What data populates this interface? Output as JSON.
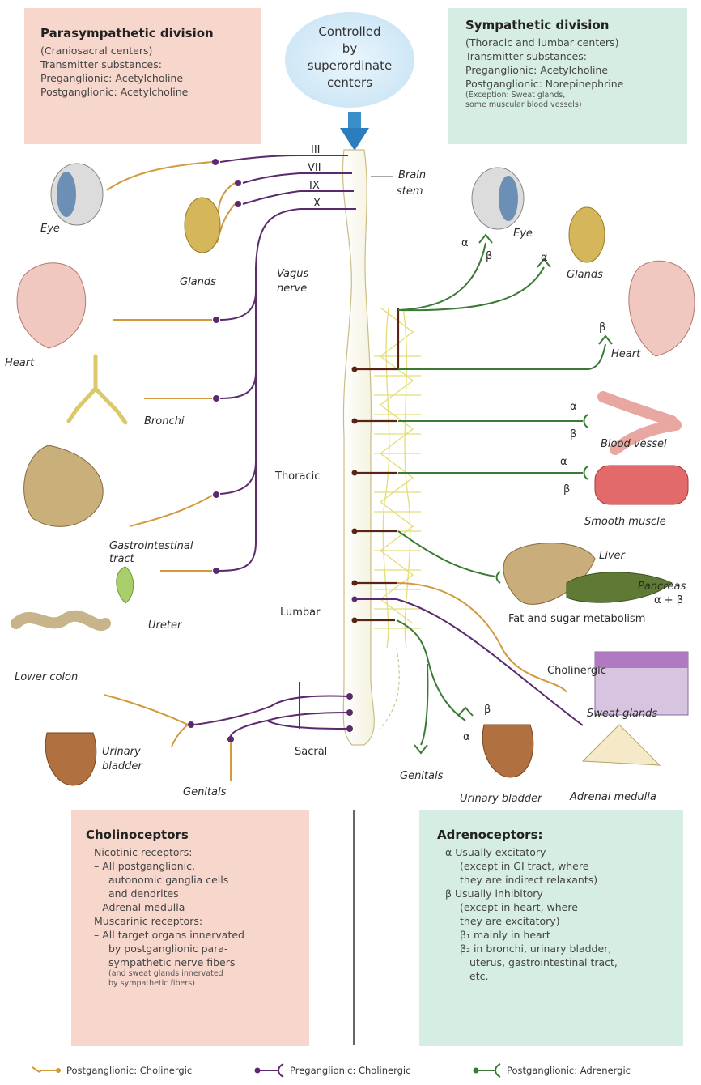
{
  "parasympathetic": {
    "title": "Parasympathetic division",
    "subtitle": "(Craniosacral centers)",
    "transmitter_heading": "Transmitter substances:",
    "preganglionic": "Preganglionic: Acetylcholine",
    "postganglionic": "Postganglionic: Acetylcholine"
  },
  "cloud": {
    "lines": [
      "Controlled",
      "by",
      "superordinate",
      "centers"
    ]
  },
  "sympathetic": {
    "title": "Sympathetic division",
    "subtitle": "(Thoracic and lumbar centers)",
    "transmitter_heading": "Transmitter substances:",
    "preganglionic": "Preganglionic: Acetylcholine",
    "postganglionic": "Postganglionic: Norepinephrine",
    "exception_1": "(Exception: Sweat glands,",
    "exception_2": "some muscular blood vessels)"
  },
  "cranial_nerves": [
    "III",
    "VII",
    "IX",
    "X"
  ],
  "cns_labels": {
    "brain_stem_1": "Brain",
    "brain_stem_2": "stem",
    "vagus_1": "Vagus",
    "vagus_2": "nerve",
    "thoracic": "Thoracic",
    "lumbar": "Lumbar",
    "sacral": "Sacral"
  },
  "left_organs": {
    "eye": "Eye",
    "glands": "Glands",
    "heart": "Heart",
    "bronchi": "Bronchi",
    "gi_1": "Gastrointestinal",
    "gi_2": "tract",
    "ureter": "Ureter",
    "lower_colon": "Lower colon",
    "bladder_1": "Urinary",
    "bladder_2": "bladder",
    "genitals": "Genitals"
  },
  "right_organs": {
    "eye": "Eye",
    "glands": "Glands",
    "heart": "Heart",
    "blood_vessel": "Blood vessel",
    "smooth_muscle": "Smooth muscle",
    "liver": "Liver",
    "pancreas": "Pancreas",
    "alpha_beta": "α + β",
    "fat_sugar": "Fat and sugar metabolism",
    "cholinergic": "Cholinergic",
    "sweat_glands": "Sweat glands",
    "genitals": "Genitals",
    "urinary_bladder": "Urinary bladder",
    "adrenal_medulla": "Adrenal medulla"
  },
  "receptor_symbols": {
    "alpha": "α",
    "beta": "β"
  },
  "cholinoceptors": {
    "title": "Cholinoceptors",
    "lines": [
      {
        "text": "Nicotinic receptors:",
        "indent": 1,
        "small": false
      },
      {
        "text": "– All postganglionic,",
        "indent": 1,
        "small": false
      },
      {
        "text": "autonomic ganglia cells",
        "indent": 2,
        "small": false
      },
      {
        "text": "and dendrites",
        "indent": 2,
        "small": false
      },
      {
        "text": "– Adrenal medulla",
        "indent": 1,
        "small": false
      },
      {
        "text": "Muscarinic receptors:",
        "indent": 1,
        "small": false
      },
      {
        "text": "– All target organs innervated",
        "indent": 1,
        "small": false
      },
      {
        "text": "by postganglionic para-",
        "indent": 2,
        "small": false
      },
      {
        "text": "sympathetic nerve fibers",
        "indent": 2,
        "small": false
      },
      {
        "text": "(and sweat glands innervated",
        "indent": 2,
        "small": true
      },
      {
        "text": "by sympathetic fibers)",
        "indent": 2,
        "small": true
      }
    ]
  },
  "adrenoceptors": {
    "title": "Adrenoceptors:",
    "lines": [
      {
        "text": "α  Usually excitatory",
        "indent": 1
      },
      {
        "text": "(except in GI tract, where",
        "indent": 2
      },
      {
        "text": "they are indirect relaxants)",
        "indent": 2
      },
      {
        "text": "β  Usually inhibitory",
        "indent": 1
      },
      {
        "text": "(except in heart, where",
        "indent": 2
      },
      {
        "text": "they are excitatory)",
        "indent": 2
      },
      {
        "text": "β₁  mainly in heart",
        "indent": 2
      },
      {
        "text": "β₂  in bronchi, urinary bladder,",
        "indent": 2
      },
      {
        "text": "uterus, gastrointestinal tract,",
        "indent": 3
      },
      {
        "text": "etc.",
        "indent": 3
      }
    ]
  },
  "legend": [
    {
      "label": "Postganglionic: Cholinergic",
      "color": "#d29a3c"
    },
    {
      "label": "Preganglionic: Cholinergic",
      "color": "#5b2a6e"
    },
    {
      "label": "Postganglionic: Adrenergic",
      "color": "#3b7a35"
    }
  ],
  "colors": {
    "para_box": "#f7d6cc",
    "symp_box": "#d6ede3",
    "preganglionic": "#5b2a6e",
    "post_cholinergic": "#d29a3c",
    "post_adrenergic": "#3b7a35",
    "sympathetic_chain": "#e3dd7a"
  }
}
